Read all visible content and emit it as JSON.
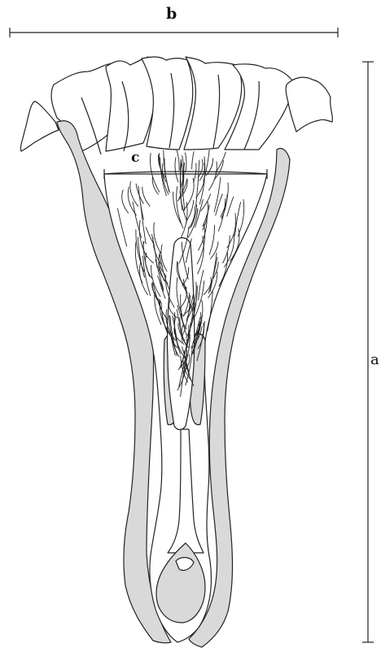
{
  "labels": {
    "a": "a",
    "b": "b",
    "c": "c"
  },
  "colors": {
    "outline": "#222222",
    "shading": "#d9d9d9",
    "background": "#ffffff"
  }
}
